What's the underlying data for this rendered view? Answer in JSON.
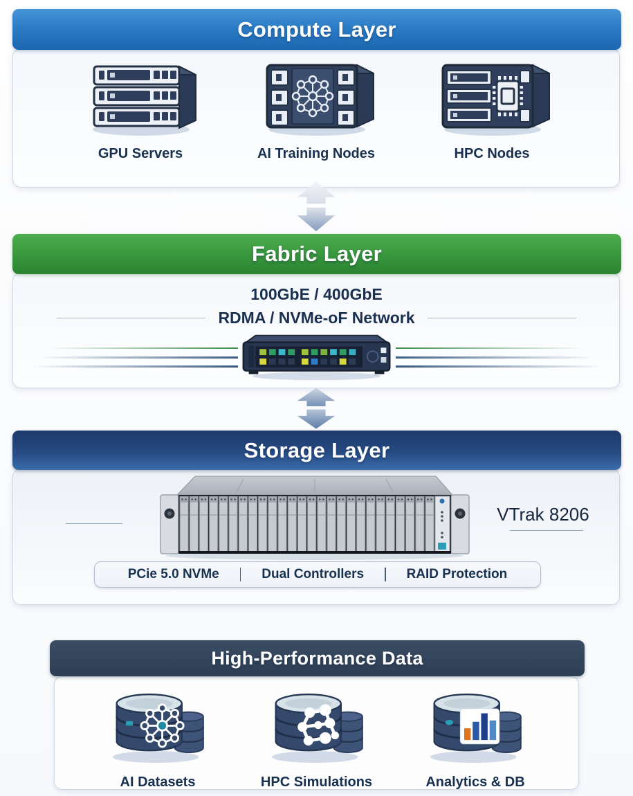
{
  "diagram": {
    "compute": {
      "title": "Compute Layer",
      "items": [
        {
          "label": "GPU Servers",
          "icon": "server-stack-icon"
        },
        {
          "label": "AI Training Nodes",
          "icon": "ai-network-server-icon"
        },
        {
          "label": "HPC Nodes",
          "icon": "cpu-chip-server-icon"
        }
      ]
    },
    "fabric": {
      "title": "Fabric Layer",
      "speeds": "100GbE / 400GbE",
      "network": "RDMA / NVMe-oF Network",
      "icon": "network-switch-icon"
    },
    "storage": {
      "title": "Storage Layer",
      "device": "VTrak 8206",
      "icon": "storage-array-icon",
      "features": [
        {
          "label": "PCie 5.0 NVMe"
        },
        {
          "label": "Dual Controllers"
        },
        {
          "label": "RAID Protection"
        }
      ]
    },
    "data_tier": {
      "title": "High-Performance Data",
      "items": [
        {
          "label": "AI Datasets",
          "icon": "database-neural-icon"
        },
        {
          "label": "HPC Simulations",
          "icon": "database-molecule-icon"
        },
        {
          "label": "Analytics & DB",
          "icon": "database-barchart-icon"
        }
      ]
    }
  },
  "colors": {
    "compute_header": "#2b7cc6",
    "fabric_header": "#37953c",
    "storage_header": "#264a82",
    "data_header": "#2d3e53",
    "label_text": "#18304f",
    "arrow_blue": "#5c7da6",
    "line_green": "#3f8a4c",
    "line_navy": "#35567e",
    "led_green": "#2e9e60",
    "led_yellow": "#d6d83e",
    "led_cyan": "#38b9c9",
    "bar_orange": "#e0751e",
    "bar_blue": "#2a5aa8"
  }
}
